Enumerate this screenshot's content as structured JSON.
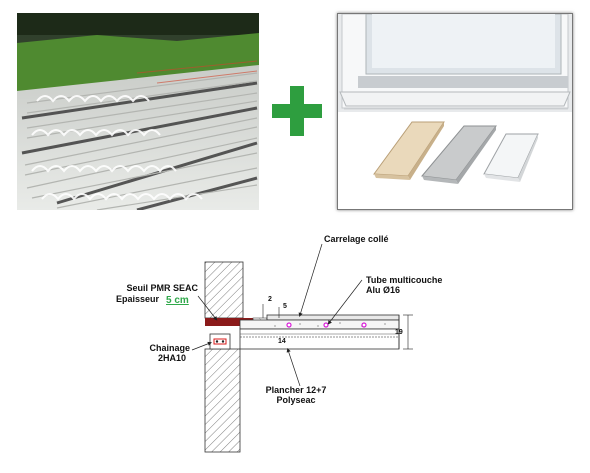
{
  "images": {
    "left_photo": "insulated-floor-slab-with-heating-pipes",
    "right_photo": "window-threshold-sills"
  },
  "plus_sign": {
    "icon": "plus-icon",
    "color": "#2e9e3f"
  },
  "detail": {
    "label_tile": "Carrelage collé",
    "label_tube_line1": "Tube multicouche",
    "label_tube_line2": "Alu Ø16",
    "label_threshold_line1": "Seuil PMR SEAC",
    "label_threshold_line2": "Epaisseur",
    "threshold_thickness": "5 cm",
    "label_chaining_line1": "Chainage",
    "label_chaining_line2": "2HA10",
    "label_floor_line1": "Plancher 12+7",
    "label_floor_line2": "Polyseac",
    "dim_2": "2",
    "dim_5": "5",
    "dim_14": "14",
    "dim_19": "19",
    "threshold_color": "#8b1a1a",
    "thickness_color": "#2fa84a"
  }
}
